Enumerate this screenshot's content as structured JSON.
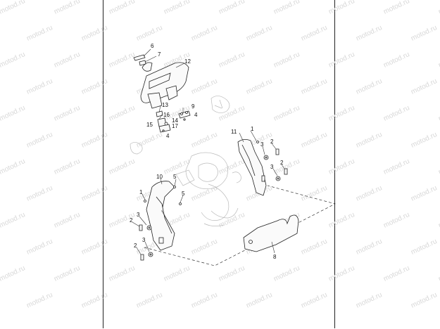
{
  "watermark": "motod.ru",
  "callouts": [
    {
      "id": "c6",
      "text": "6"
    },
    {
      "id": "c7",
      "text": "7"
    },
    {
      "id": "c12",
      "text": "12"
    },
    {
      "id": "c13",
      "text": "13"
    },
    {
      "id": "c16",
      "text": "16"
    },
    {
      "id": "c15",
      "text": "15"
    },
    {
      "id": "c14",
      "text": "14"
    },
    {
      "id": "c17",
      "text": "17"
    },
    {
      "id": "c4a",
      "text": "4"
    },
    {
      "id": "c9",
      "text": "9"
    },
    {
      "id": "c4b",
      "text": "4"
    },
    {
      "id": "c11",
      "text": "11"
    },
    {
      "id": "c1a",
      "text": "1"
    },
    {
      "id": "c2a",
      "text": "2"
    },
    {
      "id": "c3a",
      "text": "3"
    },
    {
      "id": "c3b",
      "text": "3"
    },
    {
      "id": "c2b",
      "text": "2"
    },
    {
      "id": "c10",
      "text": "10"
    },
    {
      "id": "c5a",
      "text": "5"
    },
    {
      "id": "c5b",
      "text": "5"
    },
    {
      "id": "c1b",
      "text": "1"
    },
    {
      "id": "c3c",
      "text": "3"
    },
    {
      "id": "c2c",
      "text": "2"
    },
    {
      "id": "c3d",
      "text": "3"
    },
    {
      "id": "c2d",
      "text": "2"
    },
    {
      "id": "c8",
      "text": "8"
    }
  ]
}
